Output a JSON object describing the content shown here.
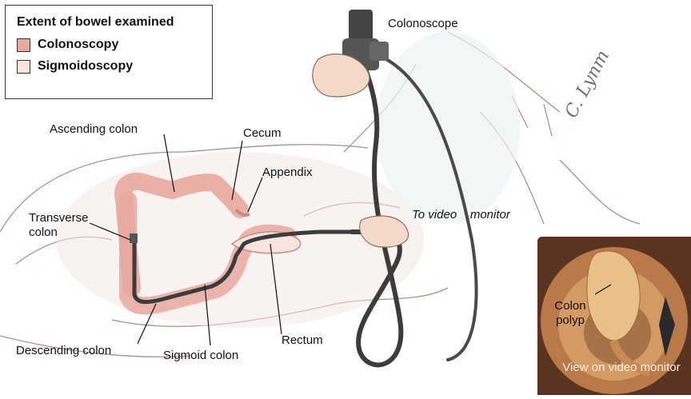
{
  "legend": {
    "title": "Extent of bowel examined",
    "items": [
      {
        "label": "Colonoscopy",
        "color": "#e8a8a0"
      },
      {
        "label": "Sigmoidoscopy",
        "color": "#f7e4df"
      }
    ]
  },
  "labels": {
    "colonoscope": "Colonoscope",
    "ascending_colon": "Ascending colon",
    "cecum": "Cecum",
    "appendix": "Appendix",
    "transverse_colon": "Transverse colon",
    "to_video_monitor": "To video    monitor",
    "descending_colon": "Descending colon",
    "sigmoid_colon": "Sigmoid colon",
    "rectum": "Rectum"
  },
  "signature": "C. Lynm",
  "inset": {
    "polyp_label": "Colon polyp",
    "caption": "View on video monitor"
  },
  "colors": {
    "colon_fill": "#e8a8a0",
    "rectum_fill": "#f7e4df",
    "scope": "#3c3c3c",
    "sketch": "#8b6b63"
  }
}
